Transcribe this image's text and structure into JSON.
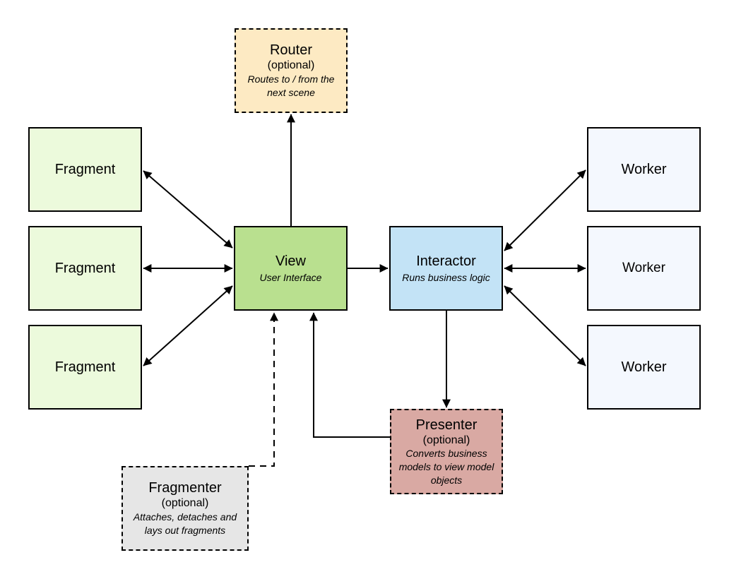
{
  "colors": {
    "fragment_fill": "#ecfadc",
    "view_fill": "#b9e08f",
    "interactor_fill": "#c3e3f6",
    "worker_fill": "#f4f8fe",
    "router_fill": "#fdeac3",
    "presenter_fill": "#d9a9a3",
    "fragmenter_fill": "#e6e6e6",
    "line": "#000000"
  },
  "nodes": {
    "router": {
      "title": "Router",
      "optional": "(optional)",
      "desc_line1": "Routes to / from the",
      "desc_line2": "next scene"
    },
    "view": {
      "title": "View",
      "desc": "User Interface"
    },
    "interactor": {
      "title": "Interactor",
      "desc": "Runs business logic"
    },
    "presenter": {
      "title": "Presenter",
      "optional": "(optional)",
      "desc_line1": "Converts business",
      "desc_line2": "models to view model",
      "desc_line3": "objects"
    },
    "fragmenter": {
      "title": "Fragmenter",
      "optional": "(optional)",
      "desc_line1": "Attaches, detaches and",
      "desc_line2": "lays out fragments"
    },
    "fragments": [
      {
        "title": "Fragment"
      },
      {
        "title": "Fragment"
      },
      {
        "title": "Fragment"
      }
    ],
    "workers": [
      {
        "title": "Worker"
      },
      {
        "title": "Worker"
      },
      {
        "title": "Worker"
      }
    ]
  }
}
